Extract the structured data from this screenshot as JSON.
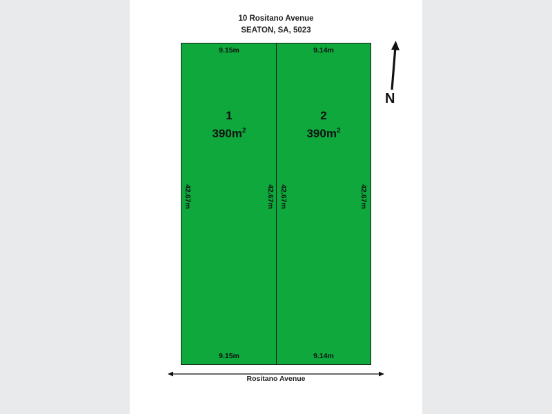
{
  "address": {
    "street": "10 Rositano Avenue",
    "suburb": "SEATON, SA, 5023"
  },
  "lots": [
    {
      "number": "1",
      "area_value": "390m",
      "area_unit_power": "2",
      "top_frontage": "9.15m",
      "bottom_frontage": "9.15m",
      "left_depth": "42.67m",
      "right_depth": "42.67m"
    },
    {
      "number": "2",
      "area_value": "390m",
      "area_unit_power": "2",
      "top_frontage": "9.14m",
      "bottom_frontage": "9.14m",
      "left_depth": "42.67m",
      "right_depth": "42.67m"
    }
  ],
  "street_name": "Rositano Avenue",
  "north_label": "N",
  "colors": {
    "lot_fill": "#0ea83d",
    "outline": "#1a1a1a",
    "page_background": "#e9eaec",
    "sheet": "#ffffff"
  },
  "icons": [
    "north-arrow-icon",
    "street-frontage-arrow-icon"
  ]
}
